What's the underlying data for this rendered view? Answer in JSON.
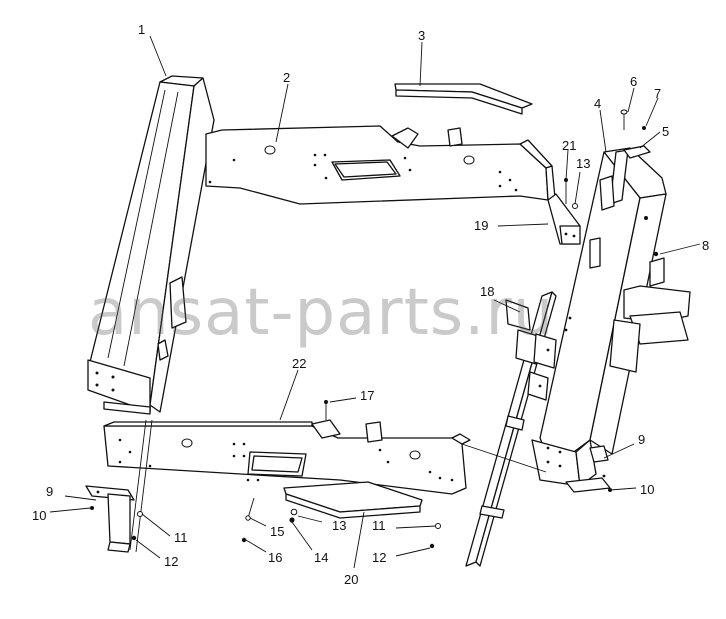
{
  "callouts": {
    "c1": "1",
    "c2": "2",
    "c3": "3",
    "c4": "4",
    "c5": "5",
    "c6": "6",
    "c7": "7",
    "c8": "8",
    "c9_right": "9",
    "c9_left": "9",
    "c10_right": "10",
    "c10_left": "10",
    "c11_left": "11",
    "c11_mid": "11",
    "c12_left": "12",
    "c12_mid": "12",
    "c13_top": "13",
    "c13_bottom": "13",
    "c14": "14",
    "c15": "15",
    "c16": "16",
    "c17": "17",
    "c18": "18",
    "c19": "19",
    "c20": "20",
    "c21": "21",
    "c22": "22"
  },
  "watermark": "ansat-parts.ru"
}
